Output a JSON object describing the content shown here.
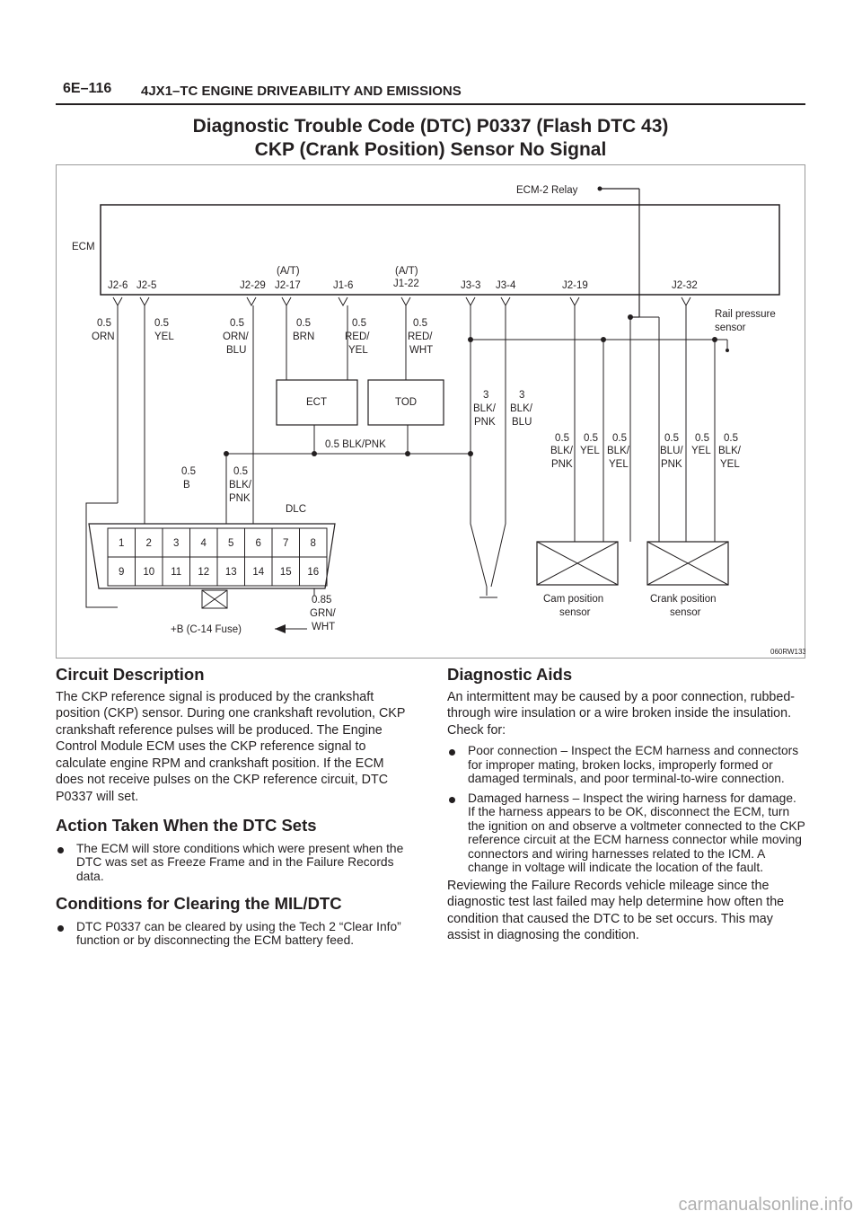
{
  "header": {
    "page_number": "6E–116",
    "running_title": "4JX1–TC ENGINE DRIVEABILITY AND EMISSIONS"
  },
  "title": {
    "line1": "Diagnostic Trouble Code (DTC) P0337 (Flash DTC 43)",
    "line2": "CKP (Crank Position) Sensor No Signal"
  },
  "diagram": {
    "ecm_label": "ECM",
    "relay_label": "ECM-2 Relay",
    "pins": [
      {
        "id": "j2_6",
        "text": "J2-6"
      },
      {
        "id": "j2_5",
        "text": "J2-5"
      },
      {
        "id": "j2_29",
        "text": "J2-29"
      },
      {
        "id": "j2_17",
        "text": "J2-17",
        "note": "(A/T)"
      },
      {
        "id": "j1_6",
        "text": "J1-6"
      },
      {
        "id": "j1_22",
        "text": "J1-22",
        "note": "(A/T)"
      },
      {
        "id": "j3_3",
        "text": "J3-3"
      },
      {
        "id": "j3_4",
        "text": "J3-4"
      },
      {
        "id": "j2_19",
        "text": "J2-19"
      },
      {
        "id": "j2_32",
        "text": "J2-32"
      }
    ],
    "wires": [
      {
        "id": "w_orn",
        "lines": [
          "0.5",
          "ORN"
        ]
      },
      {
        "id": "w_yel",
        "lines": [
          "0.5",
          "YEL"
        ]
      },
      {
        "id": "w_ornblu",
        "lines": [
          "0.5",
          "ORN/",
          "BLU"
        ]
      },
      {
        "id": "w_brn",
        "lines": [
          "0.5",
          "BRN"
        ]
      },
      {
        "id": "w_redyel",
        "lines": [
          "0.5",
          "RED/",
          "YEL"
        ]
      },
      {
        "id": "w_redwht",
        "lines": [
          "0.5",
          "RED/",
          "WHT"
        ]
      },
      {
        "id": "w_blkpnk3",
        "lines": [
          "3",
          "BLK/",
          "PNK"
        ]
      },
      {
        "id": "w_blkblu3",
        "lines": [
          "3",
          "BLK/",
          "BLU"
        ]
      },
      {
        "id": "w_cam1",
        "lines": [
          "0.5",
          "BLK/",
          "PNK"
        ]
      },
      {
        "id": "w_cam2",
        "lines": [
          "0.5",
          "YEL"
        ]
      },
      {
        "id": "w_cam3",
        "lines": [
          "0.5",
          "BLK/",
          "YEL"
        ]
      },
      {
        "id": "w_crk1",
        "lines": [
          "0.5",
          "BLU/",
          "PNK"
        ]
      },
      {
        "id": "w_crk2",
        "lines": [
          "0.5",
          "YEL"
        ]
      },
      {
        "id": "w_crk3",
        "lines": [
          "0.5",
          "BLK/",
          "YEL"
        ]
      },
      {
        "id": "w_b",
        "lines": [
          "0.5",
          "B"
        ]
      },
      {
        "id": "w_blkpnk",
        "lines": [
          "0.5",
          "BLK/",
          "PNK"
        ]
      },
      {
        "id": "w_grnwht",
        "lines": [
          "0.85",
          "GRN/",
          "WHT"
        ]
      }
    ],
    "ground_bus_label": "0.5 BLK/PNK",
    "ect_label": "ECT",
    "tod_label": "TOD",
    "dlc_label": "DLC",
    "dlc_pins_top": [
      "1",
      "2",
      "3",
      "4",
      "5",
      "6",
      "7",
      "8"
    ],
    "dlc_pins_bottom": [
      "9",
      "10",
      "11",
      "12",
      "13",
      "14",
      "15",
      "16"
    ],
    "rail_sensor_lines": [
      "Rail pressure",
      "sensor"
    ],
    "cam_sensor_lines": [
      "Cam position",
      "sensor"
    ],
    "crank_sensor_lines": [
      "Crank position",
      "sensor"
    ],
    "fuse_label": "+B (C-14 Fuse)",
    "figure_code": "060RW133"
  },
  "left": {
    "circuit_heading": "Circuit Description",
    "circuit_text": "The CKP reference signal is produced by the crankshaft position (CKP) sensor.  During one crankshaft revolution, CKP  crankshaft reference pulses will be produced.  The Engine Control Module ECM uses the CKP reference signal to calculate engine RPM and crankshaft position.  If the ECM does not receive pulses on the CKP reference circuit, DTC P0337 will set.",
    "action_heading": "Action Taken When the DTC Sets",
    "action_bullets": [
      "The ECM will store conditions which were present when the DTC was set as Freeze Frame and in the Failure Records data."
    ],
    "clear_heading": "Conditions for Clearing the MIL/DTC",
    "clear_bullets": [
      "DTC P0337 can be cleared by using the Tech 2 “Clear Info” function or by disconnecting the ECM battery feed."
    ]
  },
  "right": {
    "aids_heading": "Diagnostic Aids",
    "aids_intro": "An intermittent may be caused by a poor connection, rubbed-through wire insulation or a wire broken inside the insulation.  Check for:",
    "aids_bullets": [
      "Poor connection – Inspect the ECM harness and connectors for improper mating, broken locks, improperly formed or damaged terminals, and poor terminal-to-wire connection.",
      "Damaged harness – Inspect the wiring harness for damage.  If the harness appears to be OK, disconnect the ECM, turn the ignition on and observe a voltmeter connected to the CKP reference circuit at the ECM harness connector while moving connectors and wiring harnesses related to the ICM.  A change in voltage will indicate the location of the fault."
    ],
    "aids_outro": "Reviewing the Failure Records vehicle mileage since the diagnostic test last failed may help determine how often the condition that caused the DTC to be set occurs.  This may assist in diagnosing the condition."
  },
  "watermark": "carmanualsonline.info"
}
